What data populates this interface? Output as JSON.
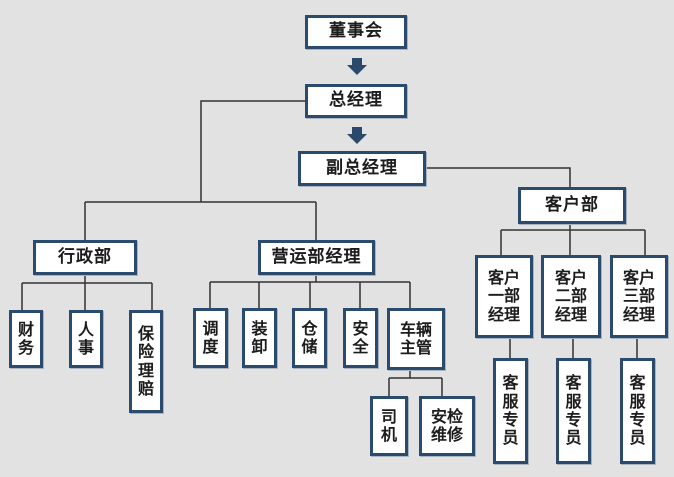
{
  "colors": {
    "border": "#2a4b6e",
    "arrow": "#2b4a6b",
    "line": "#333333",
    "background": "#e2e2e2"
  },
  "nodes": {
    "board": "董事会",
    "ceo": "总经理",
    "vice_ceo": "副总经理",
    "customer_dept": "客户部",
    "admin_dept": "行政部",
    "ops_manager": "营运部经理",
    "finance": "财\n务",
    "hr": "人\n事",
    "insurance_claims": "保\n险\n理\n赔",
    "dispatch": "调\n度",
    "loading": "装\n卸",
    "storage": "仓\n储",
    "safety": "安\n全",
    "vehicle_mgmt": "车辆\n主管",
    "driver": "司\n机",
    "safety_maint": "安检\n维修",
    "cust_mgr_1": "客户\n一部\n经理",
    "cust_mgr_2": "客户\n二部\n经理",
    "cust_mgr_3": "客户\n三部\n经理",
    "cs_1": "客\n服\n专\n员",
    "cs_2": "客\n服\n专\n员",
    "cs_3": "客\n服\n专\n员"
  }
}
